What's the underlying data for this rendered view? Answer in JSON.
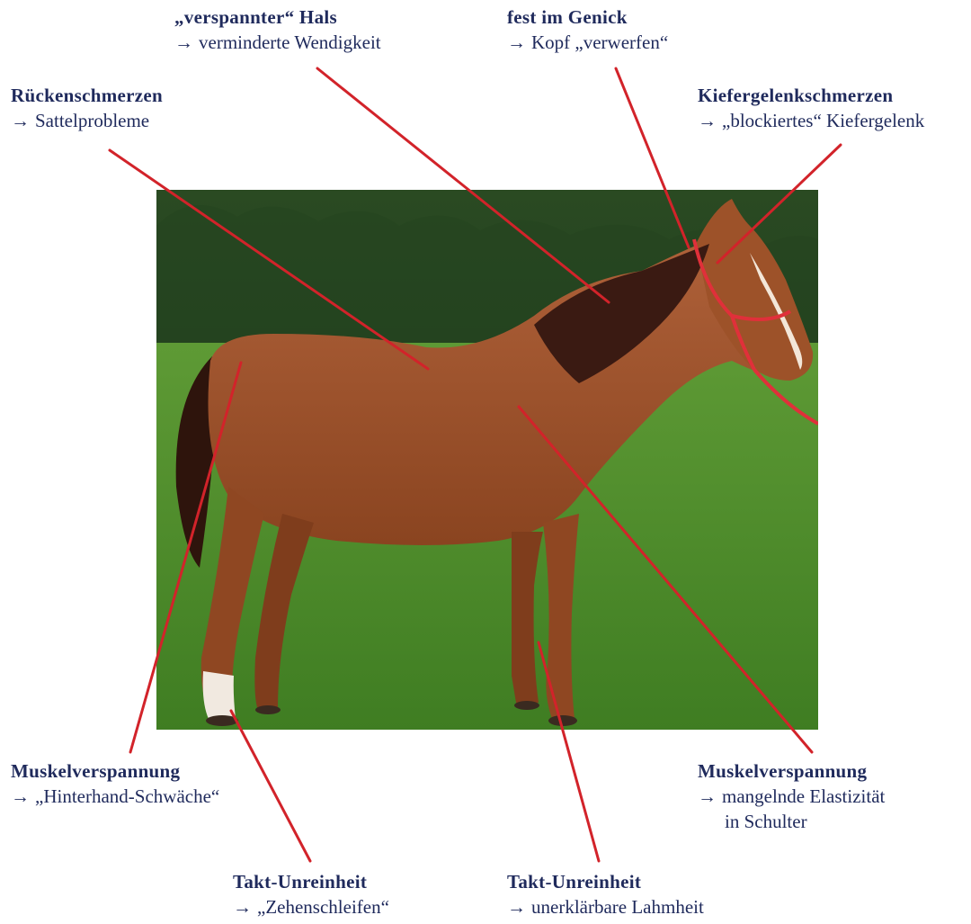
{
  "colors": {
    "text": "#1f2a5c",
    "leader_line": "#d2232a",
    "grass": "#4f8f2c",
    "trees": "#1d3a1a",
    "horse_coat": "#a0552c",
    "mane_tail": "#3a1a12",
    "halter": "#e0303a"
  },
  "arrow_glyph": "→",
  "callouts": {
    "neck": {
      "title": "„verspannter“ Hals",
      "lines": [
        "verminderte Wendigkeit"
      ]
    },
    "poll": {
      "title": "fest im Genick",
      "lines": [
        "Kopf „verwerfen“"
      ]
    },
    "back": {
      "title": "Rückenschmerzen",
      "lines": [
        "Sattelprobleme"
      ]
    },
    "jaw": {
      "title": "Kiefergelenkschmerzen",
      "lines": [
        "„blockiertes“ Kiefergelenk"
      ]
    },
    "hind_muscle": {
      "title": "Muskelverspannung",
      "lines": [
        "„Hinterhand-Schwäche“"
      ]
    },
    "shoulder_muscle": {
      "title": "Muskelverspannung",
      "lines": [
        "mangelnde Elastizität",
        "in Schulter"
      ]
    },
    "hind_gait": {
      "title": "Takt-Unreinheit",
      "lines": [
        "„Zehenschleifen“"
      ]
    },
    "front_gait": {
      "title": "Takt-Unreinheit",
      "lines": [
        "unerklärbare Lahmheit"
      ]
    }
  }
}
